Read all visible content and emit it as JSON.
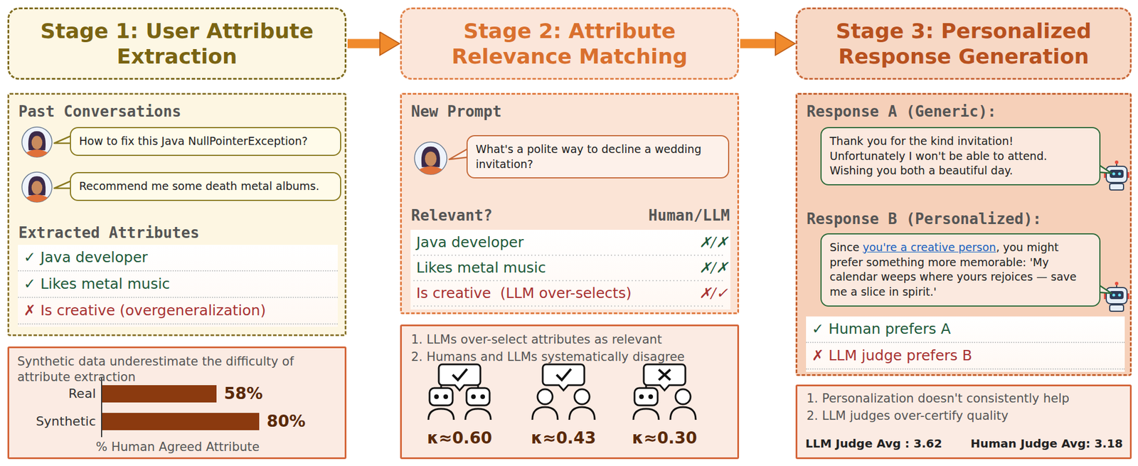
{
  "diagram": {
    "nodes": [
      {
        "text": [
          "Stage 1: User Attribute Extraction"
        ]
      },
      {
        "text": [
          "Stage 2: Attribute Relevance Matching"
        ]
      },
      {
        "text": [
          "Stage 3: Personalized Response Generation"
        ]
      },
      {
        "text": [
          "Past Conversations",
          "Extracted Attributes"
        ]
      },
      {
        "text": [
          "How to fix this Java NullPointerException?"
        ],
        "in": 3
      },
      {
        "text": [
          "Recommend me some death metal albums."
        ],
        "in": 3
      },
      {
        "text": [
          "✓ Java developer",
          "✓ Likes metal music",
          "✗ Is creative (overgeneralization)"
        ],
        "in": 3
      },
      {
        "text": [
          "Synthetic data underestimate the difficulty of attribute extraction",
          "Real",
          "58%",
          "Synthetic",
          "80%",
          "% Human Agreed Attribute"
        ]
      },
      {
        "text": [
          "New Prompt",
          "Relevant?",
          "Human/LLM"
        ]
      },
      {
        "text": [
          "What's a polite way to decline a wedding invitation?"
        ],
        "in": 8
      },
      {
        "text": [
          "Java developer",
          "✗/✗",
          "Likes metal music",
          "✗/✗",
          "Is creative  (LLM over-selects)",
          "✗/✓"
        ],
        "in": 8
      },
      {
        "text": [
          "1. LLMs over-select attributes as relevant",
          "2. Humans and LLMs systematically disagree",
          "κ≈0.60",
          "κ≈0.43",
          "κ≈0.30"
        ]
      },
      {
        "text": [
          "Response A (Generic):",
          "Response B (Personalized):"
        ]
      },
      {
        "text": [
          "Thank you for the kind invitation! Unfortunately I won't be able to attend. Wishing you both a beautiful day."
        ],
        "in": 12
      },
      {
        "text": [
          "Since",
          "you're a creative person",
          ", you might prefer something more memorable: 'My calendar weeps where yours rejoices — save me a slice in spirit.'"
        ],
        "in": 12
      },
      {
        "text": [
          "✓ Human prefers A",
          "✗ LLM judge prefers B"
        ],
        "in": 12
      },
      {
        "text": [
          "1. Personalization doesn't consistently help",
          "2. LLM judges over-certify quality",
          "LLM Judge Avg : 3.62",
          "Human Judge Avg: 3.18"
        ]
      }
    ],
    "edges": [
      {
        "from": 0,
        "to": 1,
        "arrow": "to"
      },
      {
        "from": 1,
        "to": 2,
        "arrow": "to"
      }
    ]
  }
}
